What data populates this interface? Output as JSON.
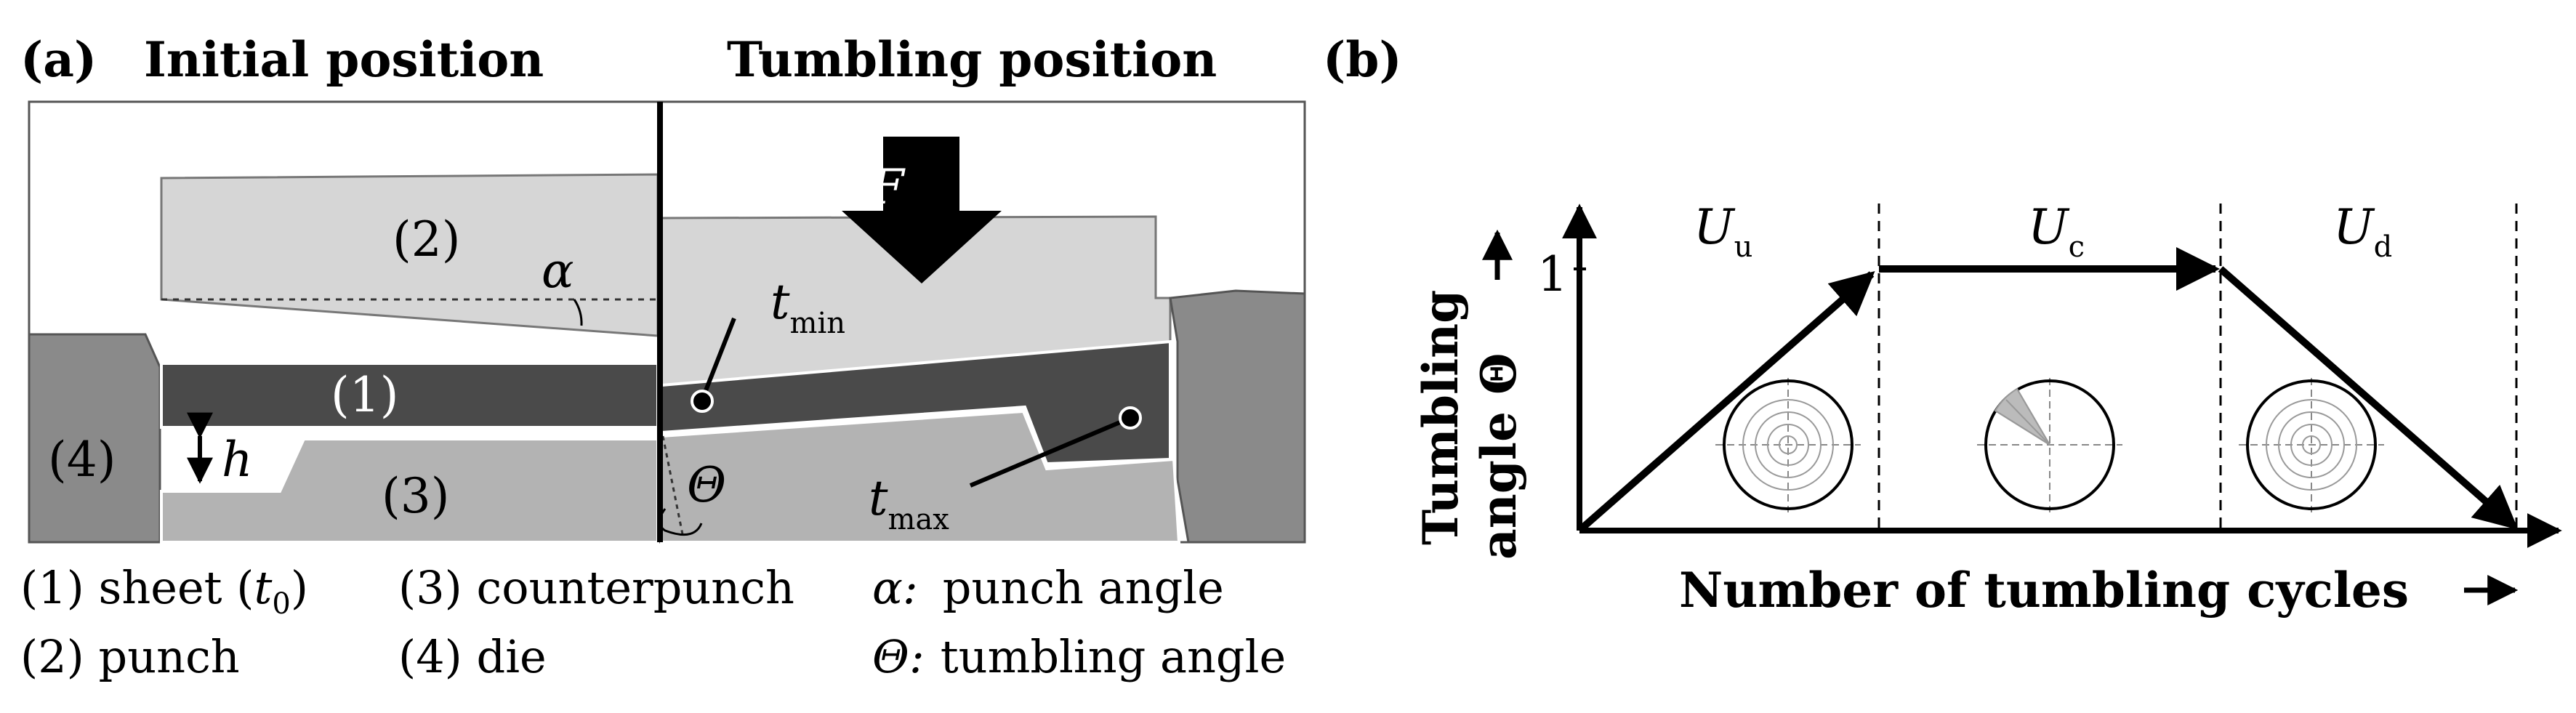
{
  "panel_a": {
    "tag": "(a)",
    "title_left": "Initial position",
    "title_right": "Tumbling position",
    "part_punch": "(2)",
    "part_sheet": "(1)",
    "part_counterpunch": "(3)",
    "part_die": "(4)",
    "alpha": "α",
    "h": "h",
    "theta": "Θ",
    "force": "F",
    "t_min_t": "t",
    "t_min_sub": "min",
    "t_max_t": "t",
    "t_max_sub": "max",
    "legend": {
      "l1a": "(1) sheet (",
      "l1t": "t",
      "l1s": "0",
      "l1b": ")",
      "l2": "(2) punch",
      "l3": "(3) counterpunch",
      "l4": "(4) die",
      "l5sym": "α:",
      "l5": "punch angle",
      "l6sym": "Θ:",
      "l6": "tumbling angle"
    }
  },
  "panel_b": {
    "tag": "(b)",
    "y_label_line1": "Tumbling",
    "y_label_line2": "angle Θ",
    "x_label": "Number of tumbling cycles",
    "y_tick_1": "1",
    "phase_u_u": "U",
    "phase_u_u_sub": "u",
    "phase_u_c": "U",
    "phase_u_c_sub": "c",
    "phase_u_d": "U",
    "phase_u_d_sub": "d",
    "colors": {
      "line": "#000000",
      "sheet": "#4a4a4a",
      "punch": "#d6d6d6",
      "die": "#8a8a8a",
      "counterpunch": "#b3b3b3"
    }
  }
}
